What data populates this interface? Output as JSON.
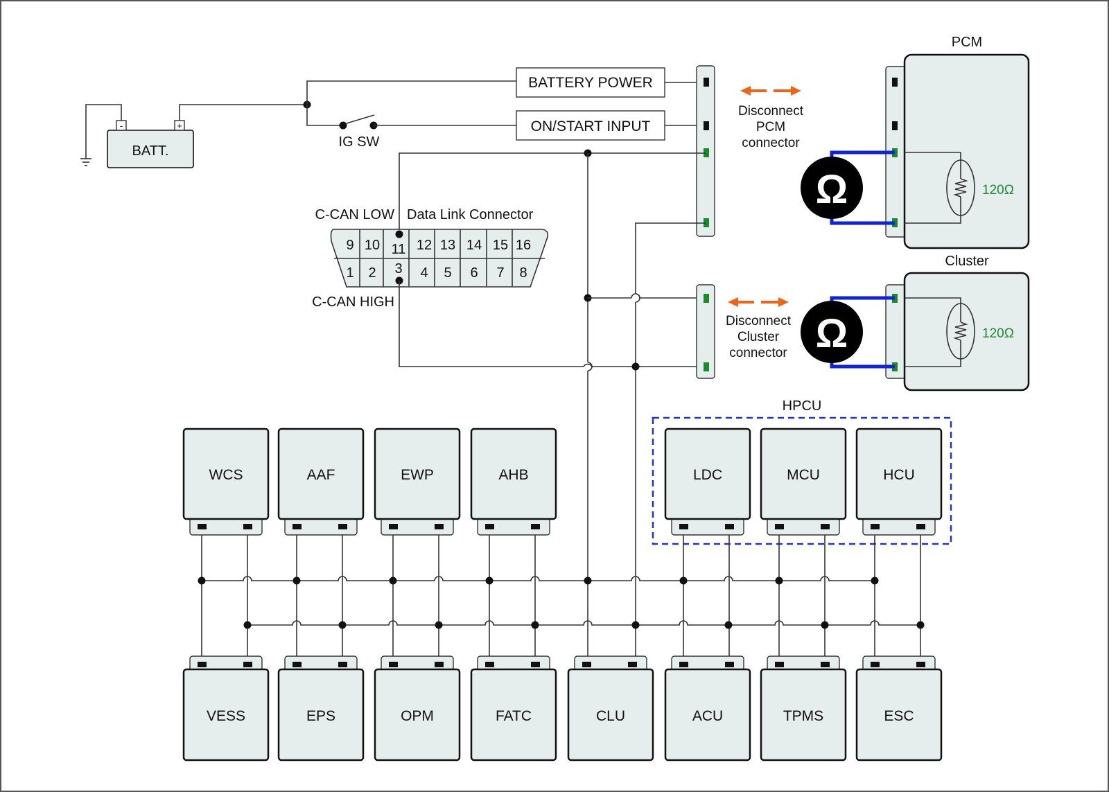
{
  "battery": {
    "label": "BATT.",
    "minus": "-",
    "plus": "+"
  },
  "ignition_switch": {
    "label": "IG SW"
  },
  "inputs": {
    "battery_power": "BATTERY POWER",
    "on_start_input": "ON/START INPUT"
  },
  "dlc": {
    "title": "Data Link Connector",
    "can_low_label": "C-CAN LOW",
    "can_high_label": "C-CAN HIGH",
    "top_pins": [
      "9",
      "10",
      "11",
      "12",
      "13",
      "14",
      "15",
      "16"
    ],
    "bottom_pins": [
      "1",
      "2",
      "3",
      "4",
      "5",
      "6",
      "7",
      "8"
    ]
  },
  "pcm": {
    "title": "PCM",
    "resistor_value": "120Ω",
    "disconnect_lines": [
      "Disconnect",
      "PCM",
      "connector"
    ],
    "meter_symbol": "Ω"
  },
  "cluster": {
    "title": "Cluster",
    "resistor_value": "120Ω",
    "disconnect_lines": [
      "Disconnect",
      "Cluster",
      "connector"
    ],
    "meter_symbol": "Ω"
  },
  "hpcu": {
    "label": "HPCU"
  },
  "top_modules": [
    {
      "name": "WCS"
    },
    {
      "name": "AAF"
    },
    {
      "name": "EWP"
    },
    {
      "name": "AHB"
    },
    {
      "name": "LDC"
    },
    {
      "name": "MCU"
    },
    {
      "name": "HCU"
    }
  ],
  "bottom_modules": [
    {
      "name": "VESS"
    },
    {
      "name": "EPS"
    },
    {
      "name": "OPM"
    },
    {
      "name": "FATC"
    },
    {
      "name": "CLU"
    },
    {
      "name": "ACU"
    },
    {
      "name": "TPMS"
    },
    {
      "name": "ESC"
    }
  ],
  "colors": {
    "module_fill": "#e6eded",
    "can_pin": "#1a8a2a",
    "probe_wire": "#1122dd",
    "disconnect_arrow": "#f06418",
    "hpcu_outline": "#2233cc",
    "resistor_label": "#1e8a30"
  }
}
